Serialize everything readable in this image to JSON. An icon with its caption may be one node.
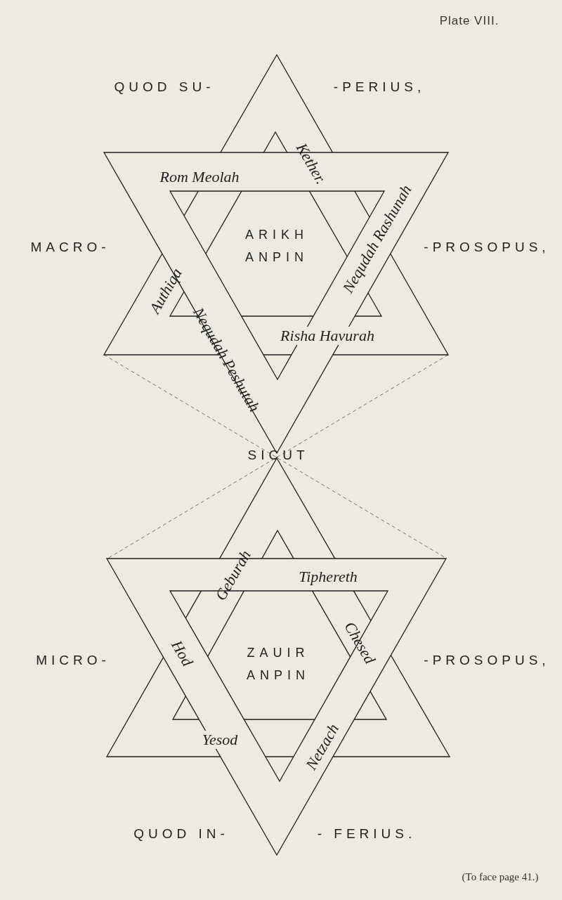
{
  "diagram": {
    "labels": [
      "Plate VIII.",
      "QUOD SU-",
      "-PERIUS,",
      "Kether.",
      "Rom Meolah",
      "Nequdah Rashunah",
      "ARIKH ANPIN",
      "MACRO-",
      "-PROSOPUS,",
      "Authiqa",
      "Nequdah Peshutah",
      "Risha Havurah",
      "SICUT",
      "Geburah",
      "Tiphereth",
      "Chesed",
      "MICRO-",
      "ZAUIR ANPIN",
      "-PROSOPUS,",
      "Hod",
      "Yesod",
      "Netzach",
      "QUOD IN-",
      "- FERIUS.",
      "(To face page 41.)"
    ]
  }
}
